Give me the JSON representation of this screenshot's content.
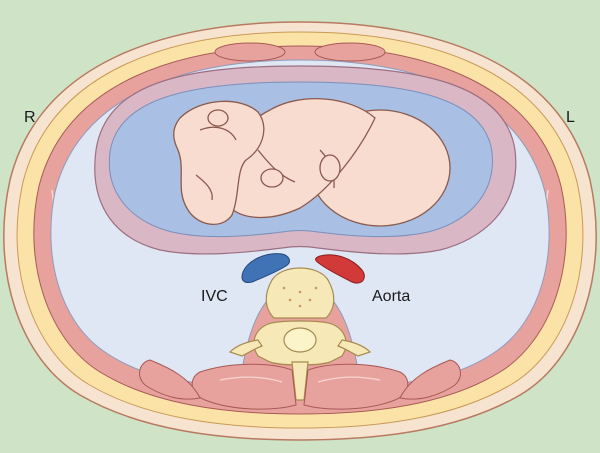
{
  "labels": {
    "right": "R",
    "left": "L",
    "ivc": "IVC",
    "aorta": "Aorta"
  },
  "colors": {
    "background": "#cfe3c7",
    "skin": "#f7e4d0",
    "fat": "#fbe3a8",
    "muscle": "#e8a29e",
    "cavity": "#dfe6f4",
    "uterus_wall": "#d9b7c4",
    "amniotic_fluid": "#a9bfe3",
    "fetus": "#f9dcd0",
    "ivc": "#3f73b5",
    "aorta": "#d23a3a",
    "bone": "#f7e8b7"
  }
}
